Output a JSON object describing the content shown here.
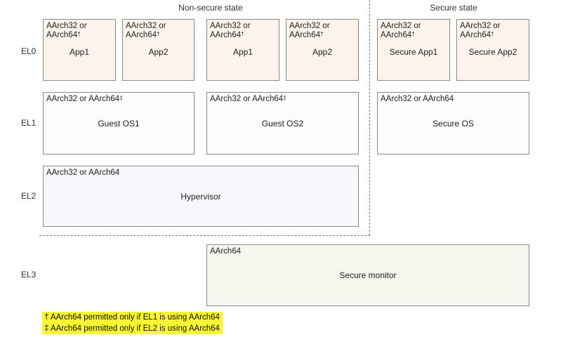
{
  "headers": {
    "non_secure": "Non-secure state",
    "secure": "Secure state"
  },
  "levels": {
    "el0": "EL0",
    "el1": "EL1",
    "el2": "EL2",
    "el3": "EL3"
  },
  "el0_boxes": [
    {
      "arch_line1": "AArch32 or",
      "arch_line2": "AArch64",
      "mark": "†",
      "name": "App1"
    },
    {
      "arch_line1": "AArch32 or",
      "arch_line2": "AArch64",
      "mark": "†",
      "name": "App2"
    },
    {
      "arch_line1": "AArch32 or",
      "arch_line2": "AArch64",
      "mark": "†",
      "name": "App1"
    },
    {
      "arch_line1": "AArch32 or",
      "arch_line2": "AArch64",
      "mark": "†",
      "name": "App2"
    },
    {
      "arch_line1": "AArch32 or",
      "arch_line2": "AArch64",
      "mark": "†",
      "name": "Secure App1"
    },
    {
      "arch_line1": "AArch32 or",
      "arch_line2": "AArch64",
      "mark": "†",
      "name": "Secure App2"
    }
  ],
  "el1_boxes": [
    {
      "arch": "AArch32 or AArch64",
      "mark": "‡",
      "name": "Guest OS1"
    },
    {
      "arch": "AArch32 or AArch64",
      "mark": "‡",
      "name": "Guest OS2"
    },
    {
      "arch": "AArch32 or AArch64",
      "mark": "",
      "name": "Secure OS"
    }
  ],
  "el2_box": {
    "arch": "AArch32 or AArch64",
    "name": "Hypervisor"
  },
  "el3_box": {
    "arch": "AArch64",
    "name": "Secure monitor"
  },
  "notes": [
    "† AArch64 permitted only if EL1 is using AArch64",
    "‡ AArch64 permitted only if EL2 is using AArch64"
  ],
  "colors": {
    "highlight": "#f9f535",
    "app_fill": "#fbf3ec",
    "border": "#8a8a8a"
  }
}
